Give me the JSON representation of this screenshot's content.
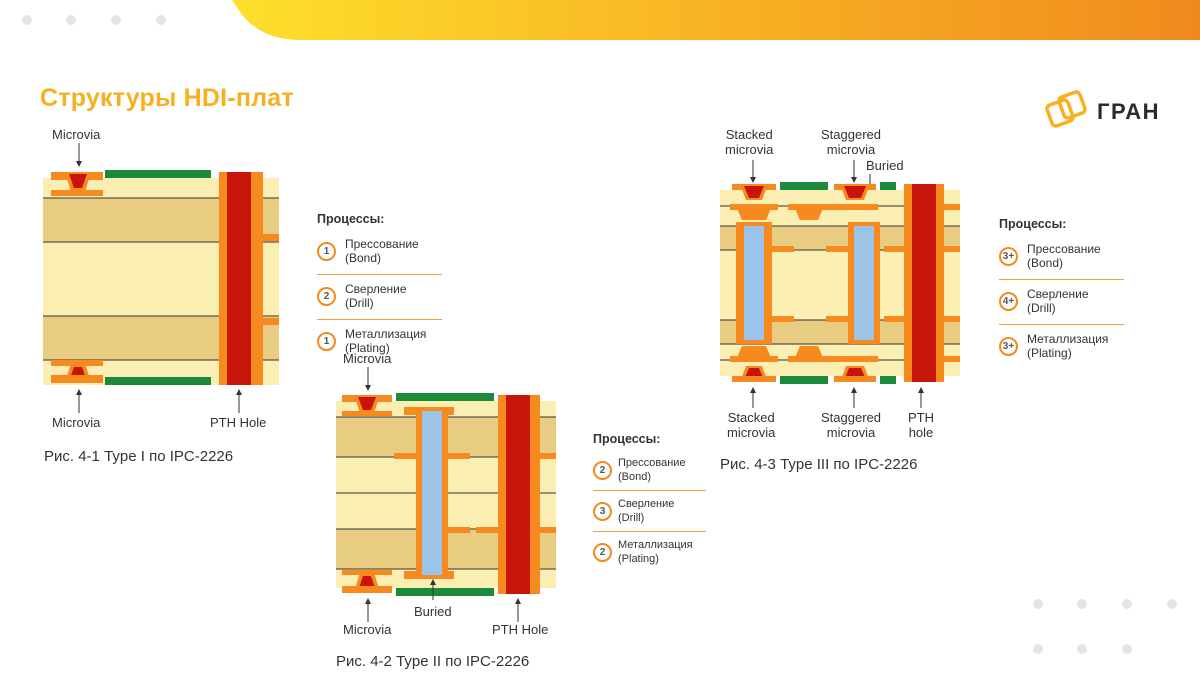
{
  "page": {
    "title": "Структуры HDI-плат",
    "brand": "ГРАН"
  },
  "colors": {
    "accent": "#f7b021",
    "accent_dark": "#f28a1c",
    "pcb_light": "#fbeeb2",
    "pcb_dark": "#e7cc82",
    "copper": "#f68a1e",
    "via_fill": "#c8150c",
    "solder_mask": "#1b8a3a",
    "buried_core": "#9cc4ea"
  },
  "figures": {
    "type1": {
      "caption": "Рис. 4-1 Type I по IPC-2226",
      "labels": {
        "microvia_top": "Microvia",
        "microvia_bottom": "Microvia",
        "pth": "PTH Hole"
      },
      "process": {
        "title": "Процессы:",
        "items": [
          {
            "badge": "1",
            "name": "Прессование",
            "sub": "(Bond)"
          },
          {
            "badge": "2",
            "name": "Сверление",
            "sub": "(Drill)"
          },
          {
            "badge": "1",
            "name": "Металлизация",
            "sub": "(Plating)"
          }
        ]
      }
    },
    "type2": {
      "caption": "Рис. 4-2 Type II по IPC-2226",
      "labels": {
        "microvia_top": "Microvia",
        "microvia_bottom": "Microvia",
        "buried": "Buried",
        "pth": "PTH Hole"
      },
      "process": {
        "title": "Процессы:",
        "items": [
          {
            "badge": "2",
            "name": "Прессование",
            "sub": "(Bond)"
          },
          {
            "badge": "3",
            "name": "Сверление",
            "sub": "(Drill)"
          },
          {
            "badge": "2",
            "name": "Металлизация",
            "sub": "(Plating)"
          }
        ]
      }
    },
    "type3": {
      "caption": "Рис. 4-3 Type III по IPC-2226",
      "labels": {
        "stacked_top": "Stacked\nmicrovia",
        "staggered_top": "Staggered\nmicrovia",
        "buried": "Buried",
        "stacked_bottom": "Stacked\nmicrovia",
        "staggered_bottom": "Staggered\nmicrovia",
        "pth": "PTH\nhole"
      },
      "process": {
        "title": "Процессы:",
        "items": [
          {
            "badge": "3+",
            "name": "Прессование",
            "sub": "(Bond)"
          },
          {
            "badge": "4+",
            "name": "Сверление",
            "sub": "(Drill)"
          },
          {
            "badge": "3+",
            "name": "Металлизация",
            "sub": "(Plating)"
          }
        ]
      }
    }
  }
}
